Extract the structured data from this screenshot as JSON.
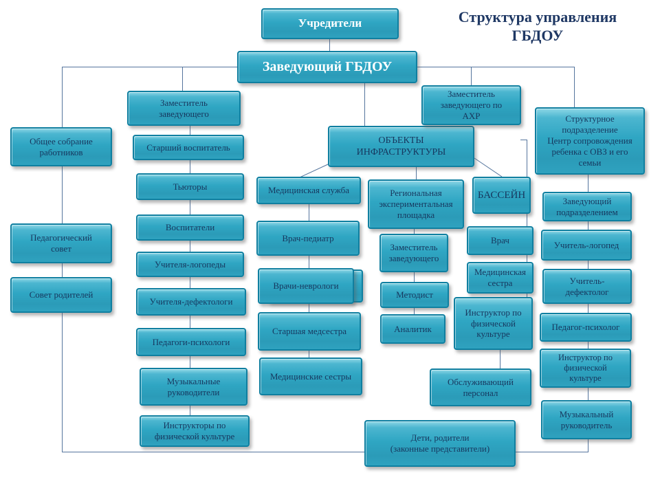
{
  "title": "Структура управления\nГБДОУ",
  "colors": {
    "box_fill": "#2fa6c3",
    "box_border": "#0f7fa0",
    "connector_line": "#54749c",
    "text_dark": "#17375e",
    "text_light": "#ffffff",
    "title_text": "#1f3864",
    "background": "#ffffff"
  },
  "nodes": {
    "founders": "Учредители",
    "head": "Заведующий ГБДОУ",
    "general_meeting": "Общее собрание\nработников",
    "ped_council": "Педагогический\nсовет",
    "parents_council": "Совет родителей",
    "deputy_head": "Заместитель\nзаведующего",
    "senior_educator": "Старший воспитатель",
    "tutors": "Тьюторы",
    "educators": "Воспитатели",
    "speech_teachers": "Учителя-логопеды",
    "defect_teachers": "Учителя-дефектологи",
    "psychologists": "Педагоги-психологи",
    "music_directors": "Музыкальные\nруководители",
    "pe_instructors": "Инструкторы по\nфизической культуре",
    "med_service": "Медицинская служба",
    "pediatrician": "Врач-педиатр",
    "neurologists": "Врачи-неврологи",
    "head_nurse": "Старшая медсестра",
    "nurses": "Медицинские сестры",
    "infrastructure": "ОБЪЕКТЫ\nИНФРАСТРУКТУРЫ",
    "regional_site": "Региональная\nэкспериментальная\nплощадка",
    "deputy_head_2": "Заместитель\nзаведующего",
    "methodist": "Методист",
    "analyst": "Аналитик",
    "ahr_deputy": "Заместитель\nзаведующего  по\nАХР",
    "pool": "БАССЕЙН",
    "pool_doctor": "Врач",
    "pool_nurse": "Медицинская\nсестра",
    "pool_pe_instructor": "Инструктор по\nфизической\nкультуре",
    "service_staff": "Обслуживающий\nперсонал",
    "struct_unit": "Структурное\nподразделение\nЦентр сопровождения\nребенка с ОВЗ и его\nсемьи",
    "unit_head": "Заведующий\nподразделением",
    "unit_speech_teacher": "Учитель-логопед",
    "unit_defectologist": "Учитель-\nдефектолог",
    "unit_psychologist": "Педагог-психолог",
    "unit_pe_instructor": "Инструктор по\nфизической\nкультуре",
    "unit_music_director": "Музыкальный\nруководитель",
    "children": "Дети, родители\n(законные представители)"
  }
}
